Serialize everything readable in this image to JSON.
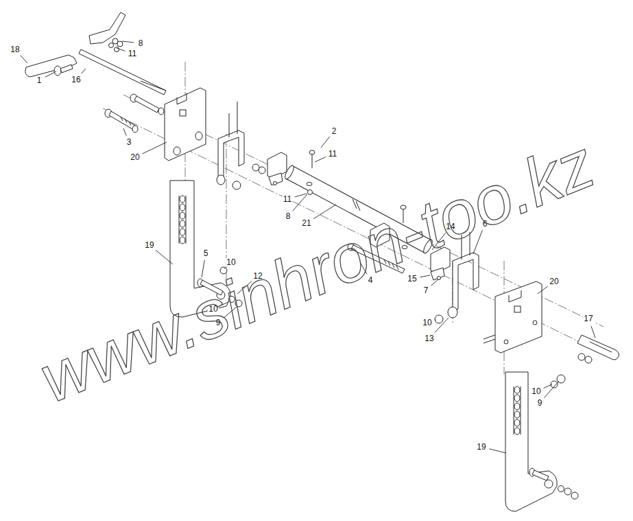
{
  "diagram": {
    "labels": [
      "18",
      "8",
      "11",
      "1",
      "16",
      "3",
      "20",
      "2",
      "11",
      "11",
      "8",
      "21",
      "19",
      "5",
      "10",
      "12",
      "10",
      "9",
      "4",
      "14",
      "6",
      "15",
      "7",
      "10",
      "13",
      "20",
      "17",
      "10",
      "9",
      "19",
      "www.sinhron-too.kz"
    ]
  }
}
